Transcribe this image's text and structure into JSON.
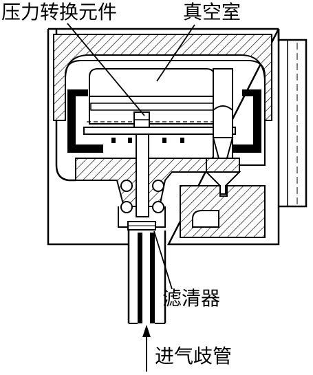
{
  "labels": {
    "pressure_element": "压力转换元件",
    "vacuum_chamber": "真空室",
    "filter": "滤清器",
    "intake_manifold": "进气歧管"
  }
}
